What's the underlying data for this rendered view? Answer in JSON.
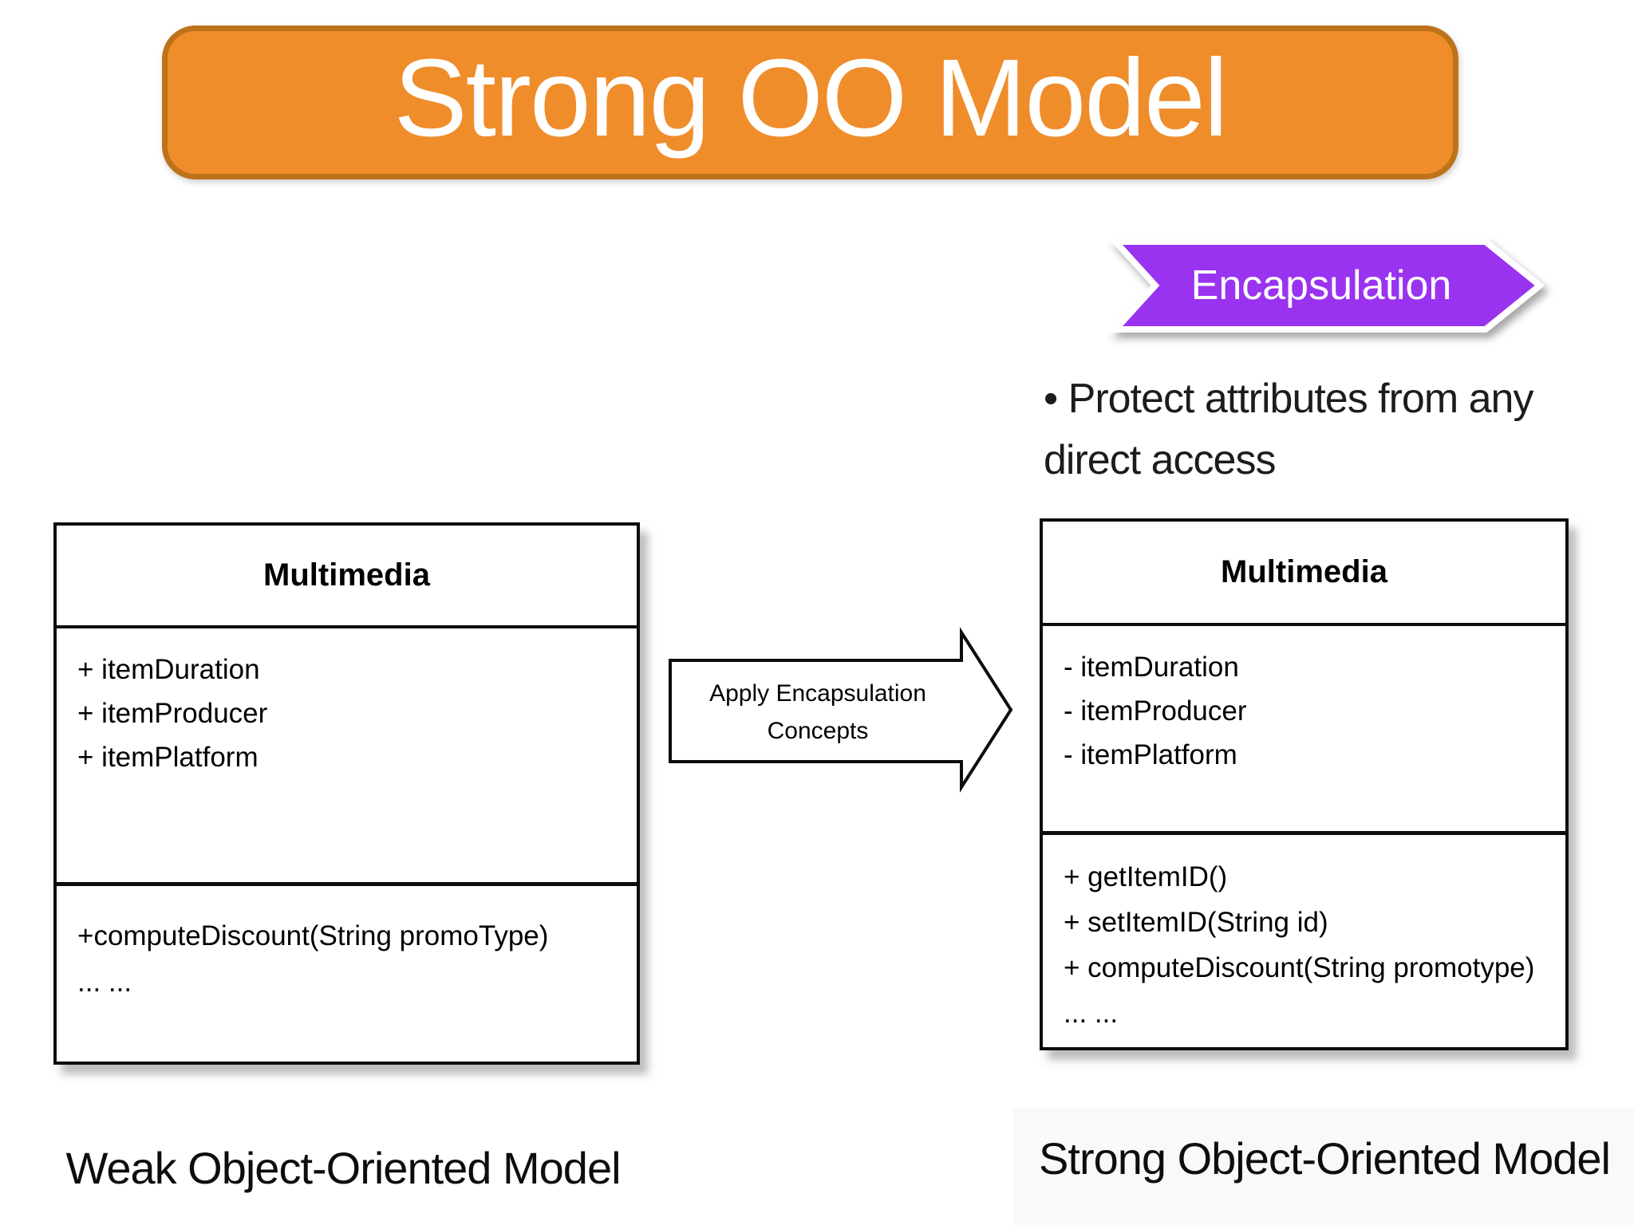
{
  "title": "Strong OO Model",
  "encapsulation_banner": {
    "label": "Encapsulation"
  },
  "bullet": {
    "text": "• Protect attributes from any direct access"
  },
  "transform_arrow": {
    "label": "Apply Encapsulation Concepts"
  },
  "weak_class": {
    "name": "Multimedia",
    "attributes": [
      "+ itemDuration",
      "+ itemProducer",
      "+ itemPlatform"
    ],
    "methods": [
      "+computeDiscount(String promoType)",
      "... ..."
    ],
    "caption": "Weak Object-Oriented Model"
  },
  "strong_class": {
    "name": "Multimedia",
    "attributes": [
      "- itemDuration",
      "- itemProducer",
      "- itemPlatform"
    ],
    "methods": [
      "+ getItemID()",
      "+ setItemID(String id)",
      "+ computeDiscount(String promotype)",
      "... ..."
    ],
    "caption": "Strong Object-Oriented Model"
  },
  "colors": {
    "banner_fill": "#EF8D2B",
    "banner_border": "#BE7219",
    "chevron_fill": "#9933F0",
    "box_border": "#0D0D0D",
    "text_dark": "#1C1C1C"
  }
}
